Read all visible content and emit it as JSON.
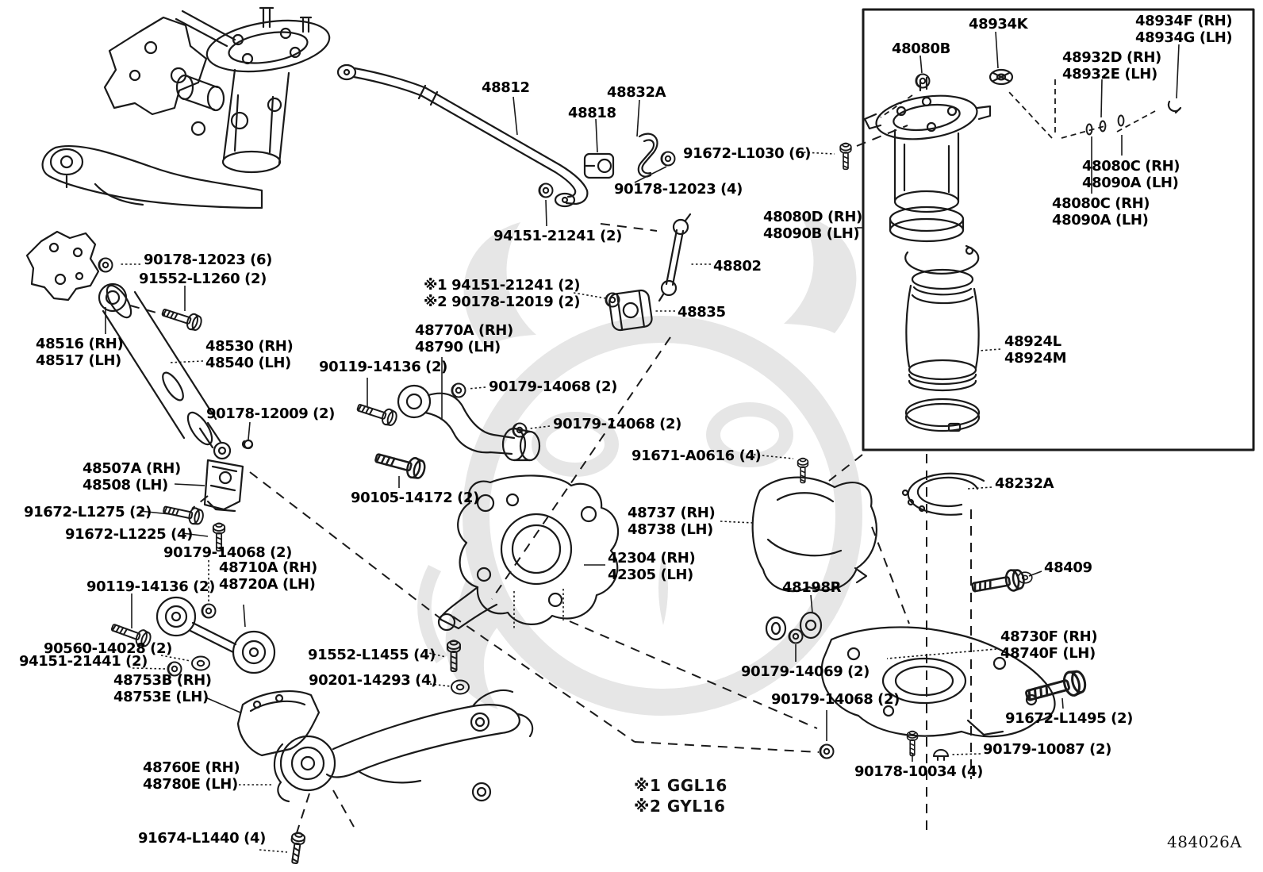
{
  "parts": [
    {
      "part": "48812",
      "text": "48812"
    },
    {
      "part": "48818",
      "text": "48818"
    },
    {
      "part": "48832A",
      "text": "48832A"
    },
    {
      "part": "91672-L1030",
      "text": "91672-L1030 (6)"
    },
    {
      "part": "90178-12023-4",
      "text": "90178-12023 (4)"
    },
    {
      "part": "94151-21241",
      "text": "94151-21241 (2)"
    },
    {
      "part": "48080D-48090B",
      "text": "48080D (RH)\n48090B (LH)"
    },
    {
      "part": "48802",
      "text": "48802"
    },
    {
      "part": "48835",
      "text": "48835"
    },
    {
      "part": "ref-note-pair",
      "text": "※1 94151-21241 (2)\n※2 90178-12019 (2)"
    },
    {
      "part": "48770A-48790",
      "text": "48770A (RH)\n48790 (LH)"
    },
    {
      "part": "90119-14136-a",
      "text": "90119-14136 (2)"
    },
    {
      "part": "90179-14068-a",
      "text": "90179-14068 (2)"
    },
    {
      "part": "90179-14068-b",
      "text": "90179-14068 (2)"
    },
    {
      "part": "90178-12023-6",
      "text": "90178-12023 (6)"
    },
    {
      "part": "91552-L1260",
      "text": "91552-L1260 (2)"
    },
    {
      "part": "48516-48517",
      "text": "48516 (RH)\n48517 (LH)"
    },
    {
      "part": "48530-48540",
      "text": "48530 (RH)\n48540 (LH)"
    },
    {
      "part": "90178-12009",
      "text": "90178-12009 (2)"
    },
    {
      "part": "48507A-48508",
      "text": "48507A (RH)\n48508 (LH)"
    },
    {
      "part": "91672-L1275",
      "text": "91672-L1275 (2)"
    },
    {
      "part": "91672-L1225",
      "text": "91672-L1225 (4)"
    },
    {
      "part": "90179-14068-c",
      "text": "90179-14068 (2)"
    },
    {
      "part": "48710A-48720A",
      "text": "48710A (RH)\n48720A (LH)"
    },
    {
      "part": "90119-14136-b",
      "text": "90119-14136 (2)"
    },
    {
      "part": "90560-14028",
      "text": "90560-14028 (2)"
    },
    {
      "part": "94151-21441",
      "text": "94151-21441 (2)"
    },
    {
      "part": "91552-L1455",
      "text": "91552-L1455 (4)"
    },
    {
      "part": "90201-14293",
      "text": "90201-14293 (4)"
    },
    {
      "part": "48753B-48753E",
      "text": "48753B (RH)\n48753E (LH)"
    },
    {
      "part": "48760E-48780E",
      "text": "48760E (RH)\n48780E (LH)"
    },
    {
      "part": "91674-L1440",
      "text": "91674-L1440 (4)"
    },
    {
      "part": "90105-14172",
      "text": "90105-14172 (2)"
    },
    {
      "part": "42304-42305",
      "text": "42304 (RH)\n42305 (LH)"
    },
    {
      "part": "48737-48738",
      "text": "48737 (RH)\n48738 (LH)"
    },
    {
      "part": "91671-A0616",
      "text": "91671-A0616 (4)"
    },
    {
      "part": "48198R",
      "text": "48198R"
    },
    {
      "part": "90179-14069",
      "text": "90179-14069 (2)"
    },
    {
      "part": "90179-14068-d",
      "text": "90179-14068 (2)"
    },
    {
      "part": "48730F-48740F",
      "text": "48730F (RH)\n48740F (LH)"
    },
    {
      "part": "91672-L1495",
      "text": "91672-L1495 (2)"
    },
    {
      "part": "90179-10087",
      "text": "90179-10087 (2)"
    },
    {
      "part": "90178-10034",
      "text": "90178-10034 (4)"
    },
    {
      "part": "48232A",
      "text": "48232A"
    },
    {
      "part": "48409",
      "text": "48409"
    },
    {
      "part": "48924L-48924M",
      "text": "48924L\n48924M"
    },
    {
      "part": "48934K",
      "text": "48934K"
    },
    {
      "part": "48080B",
      "text": "48080B"
    },
    {
      "part": "48934F-48934G",
      "text": "48934F (RH)\n48934G (LH)"
    },
    {
      "part": "48932D-48932E",
      "text": "48932D (RH)\n48932E (LH)"
    },
    {
      "part": "48080C-48090A-1",
      "text": "48080C (RH)\n48090A (LH)"
    },
    {
      "part": "48080C-48090A-2",
      "text": "48080C (RH)\n48090A (LH)"
    }
  ],
  "notes": {
    "note1": "※1 GGL16",
    "note2": "※2 GYL16"
  },
  "figure_code": "484026A",
  "colors": {
    "line": "#1a1a1a",
    "watermark": "#e6e6e6",
    "background": "#ffffff"
  }
}
